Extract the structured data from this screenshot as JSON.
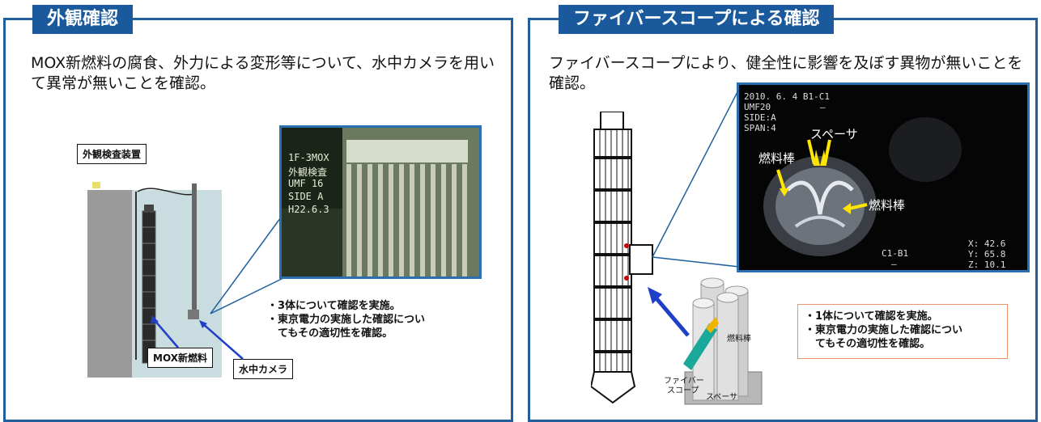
{
  "left": {
    "tab_title": "外観確認",
    "description": "MOX新燃料の腐食、外力による変形等について、水中カメラを用いて異常が無いことを確認。",
    "device_label": "外観検査装置",
    "photo_overlay": [
      "1F-3MOX",
      "外観検査",
      "UMF 16",
      "SIDE A",
      "H22.6.3"
    ],
    "bullets": [
      "・3体について確認を実施。",
      "・東京電力の実施した確認につい",
      "　てもその適切性を確認。"
    ],
    "callout_fuel": "MOX新燃料",
    "callout_camera": "水中カメラ"
  },
  "right": {
    "tab_title": "ファイバースコープによる確認",
    "description": "ファイバースコープにより、健全性に影響を及ぼす異物が無いことを確認。",
    "scope_overlay": {
      "line1": "2010. 6. 4 B1-C1",
      "line2": "UMF20",
      "line3": "SIDE:A",
      "line4": "SPAN:4",
      "coord_id": "C1-B1",
      "x_value": "X: 42.6",
      "y_value": "Y: 65.8",
      "z_value": "Z: 10.1",
      "dash1": "–",
      "dash2": "–"
    },
    "label_spacer": "スペーサ",
    "label_fuel_rod_1": "燃料棒",
    "label_fuel_rod_2": "燃料棒",
    "diagram_fuel_rod": "燃料棒",
    "diagram_fiber": "ファイバー",
    "diagram_scope": "スコープ",
    "diagram_spacer": "スペーサ",
    "bullets": [
      "・1体について確認を実施。",
      "・東京電力の実施した確認につい",
      "　てもその適切性を確認。"
    ]
  },
  "colors": {
    "panel_border": "#1f5f9e",
    "tab_bg": "#1a5a9c",
    "arrow_blue": "#1f3fc8",
    "scope_yellow": "#ffe600",
    "note_border": "#e8946a"
  }
}
